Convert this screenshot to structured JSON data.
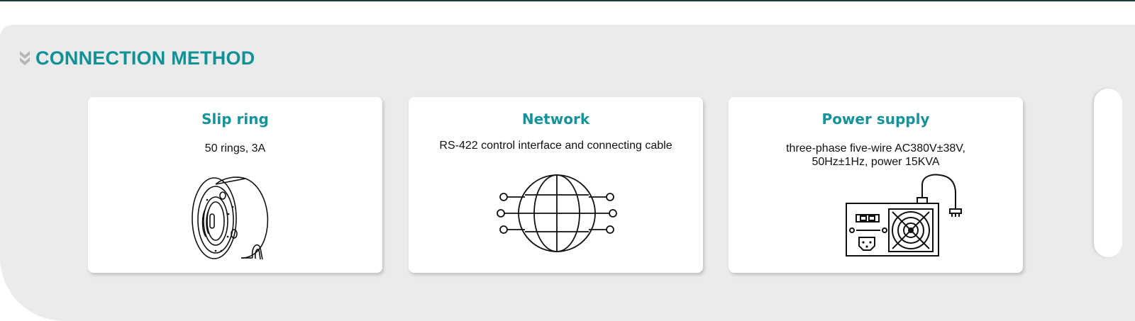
{
  "section": {
    "title": "CONNECTION METHOD"
  },
  "cards": [
    {
      "title": "Slip ring",
      "description": "50 rings, 3A",
      "icon": "slip-ring-illustration"
    },
    {
      "title": "Network",
      "description": "RS-422 control interface and connecting cable",
      "icon": "globe-network-icon"
    },
    {
      "title": "Power supply",
      "description": "three-phase five-wire AC380V±38V, 50Hz±1Hz, power 15KVA",
      "icon": "power-supply-unit-icon"
    }
  ],
  "colors": {
    "accent": "#0f9196",
    "panel_background": "#ebebeb",
    "card_background": "#ffffff"
  }
}
